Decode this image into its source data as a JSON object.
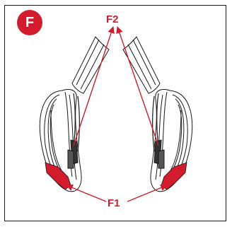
{
  "step": {
    "letter": "F"
  },
  "labels": {
    "top": "F2",
    "bottom": "F1"
  },
  "colors": {
    "accent": "#d21c2e",
    "outline": "#1a1a1a"
  },
  "icons": {
    "badge": "step-letter-badge",
    "device": "stowed-cable-unit"
  }
}
